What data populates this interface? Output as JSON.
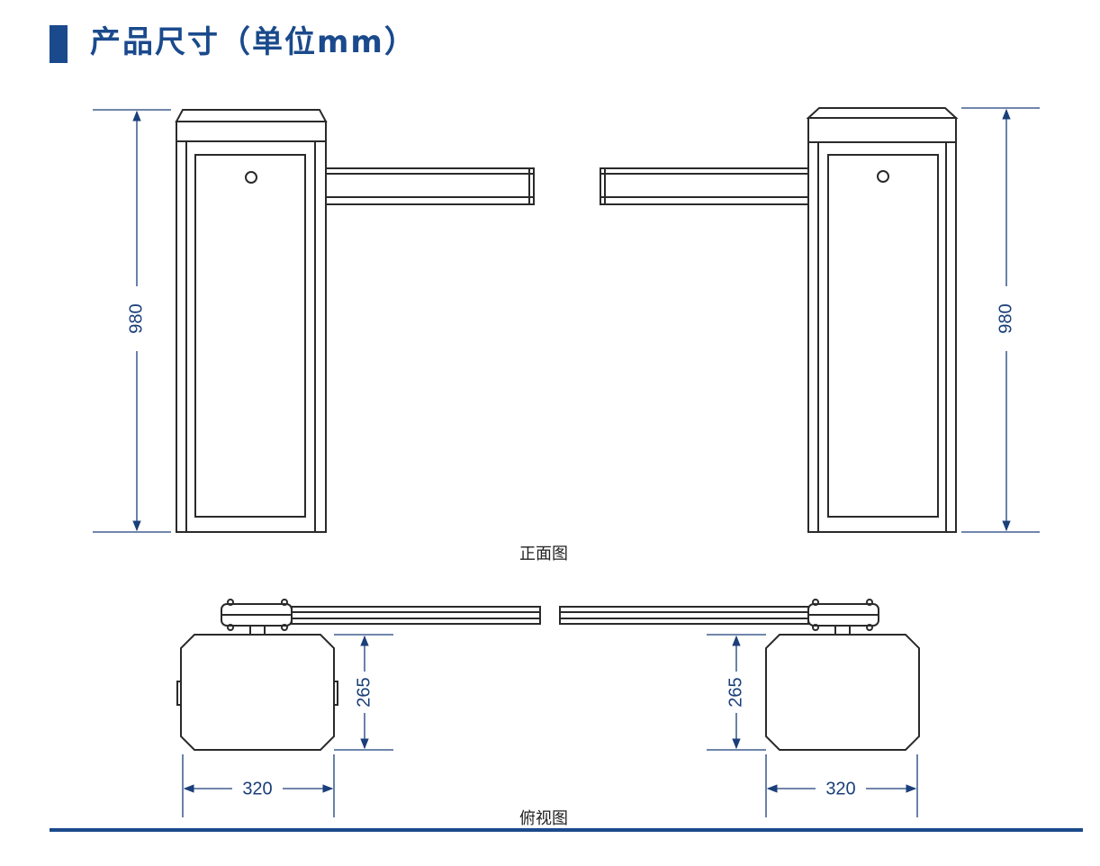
{
  "header": {
    "title": "产品尺寸（单位mm）",
    "accent_color": "#1a4a8c"
  },
  "front_view": {
    "caption": "正面图",
    "height_left": "980",
    "height_right": "980"
  },
  "top_view": {
    "caption": "俯视图",
    "depth_left": "265",
    "depth_right": "265",
    "width_left": "320",
    "width_right": "320"
  },
  "colors": {
    "dimension": "#1a3f7a",
    "outline": "#2a2a2a"
  }
}
